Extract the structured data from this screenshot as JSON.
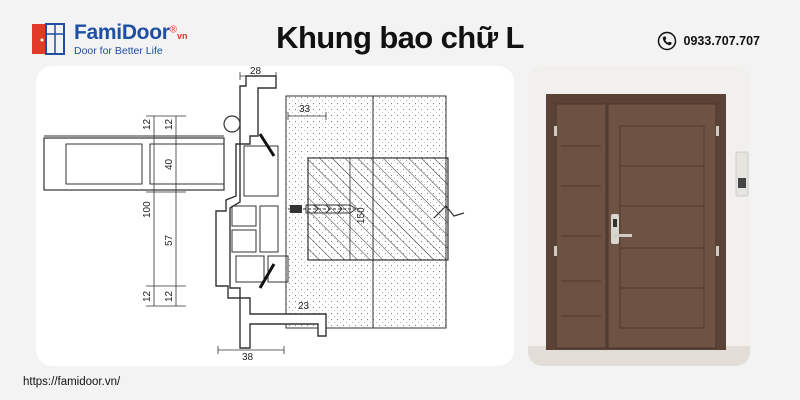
{
  "brand": {
    "name": "FamiDoor",
    "registered": "®",
    "domain_suffix": "vn",
    "tagline": "Door for Better Life",
    "logo_icon": "door-logo-icon"
  },
  "title": "Khung bao chữ L",
  "contact": {
    "phone": "0933.707.707",
    "icon": "phone-icon"
  },
  "footer": {
    "url": "https://famidoor.vn/"
  },
  "drawing": {
    "dimensions": {
      "top_width": "28",
      "inner_width": "33",
      "bottom_inner_width": "23",
      "bottom_width": "38",
      "v_12_top_a": "12",
      "v_12_top_b": "12",
      "v_40": "40",
      "v_100": "100",
      "v_57": "57",
      "v_12_bottom_a": "12",
      "v_12_bottom_b": "12",
      "v_150": "150"
    }
  },
  "colors": {
    "brand_blue": "#1e4fa3",
    "brand_red": "#e23a2a",
    "door_wood": "#6d5142",
    "frame_wood": "#5a4236"
  }
}
